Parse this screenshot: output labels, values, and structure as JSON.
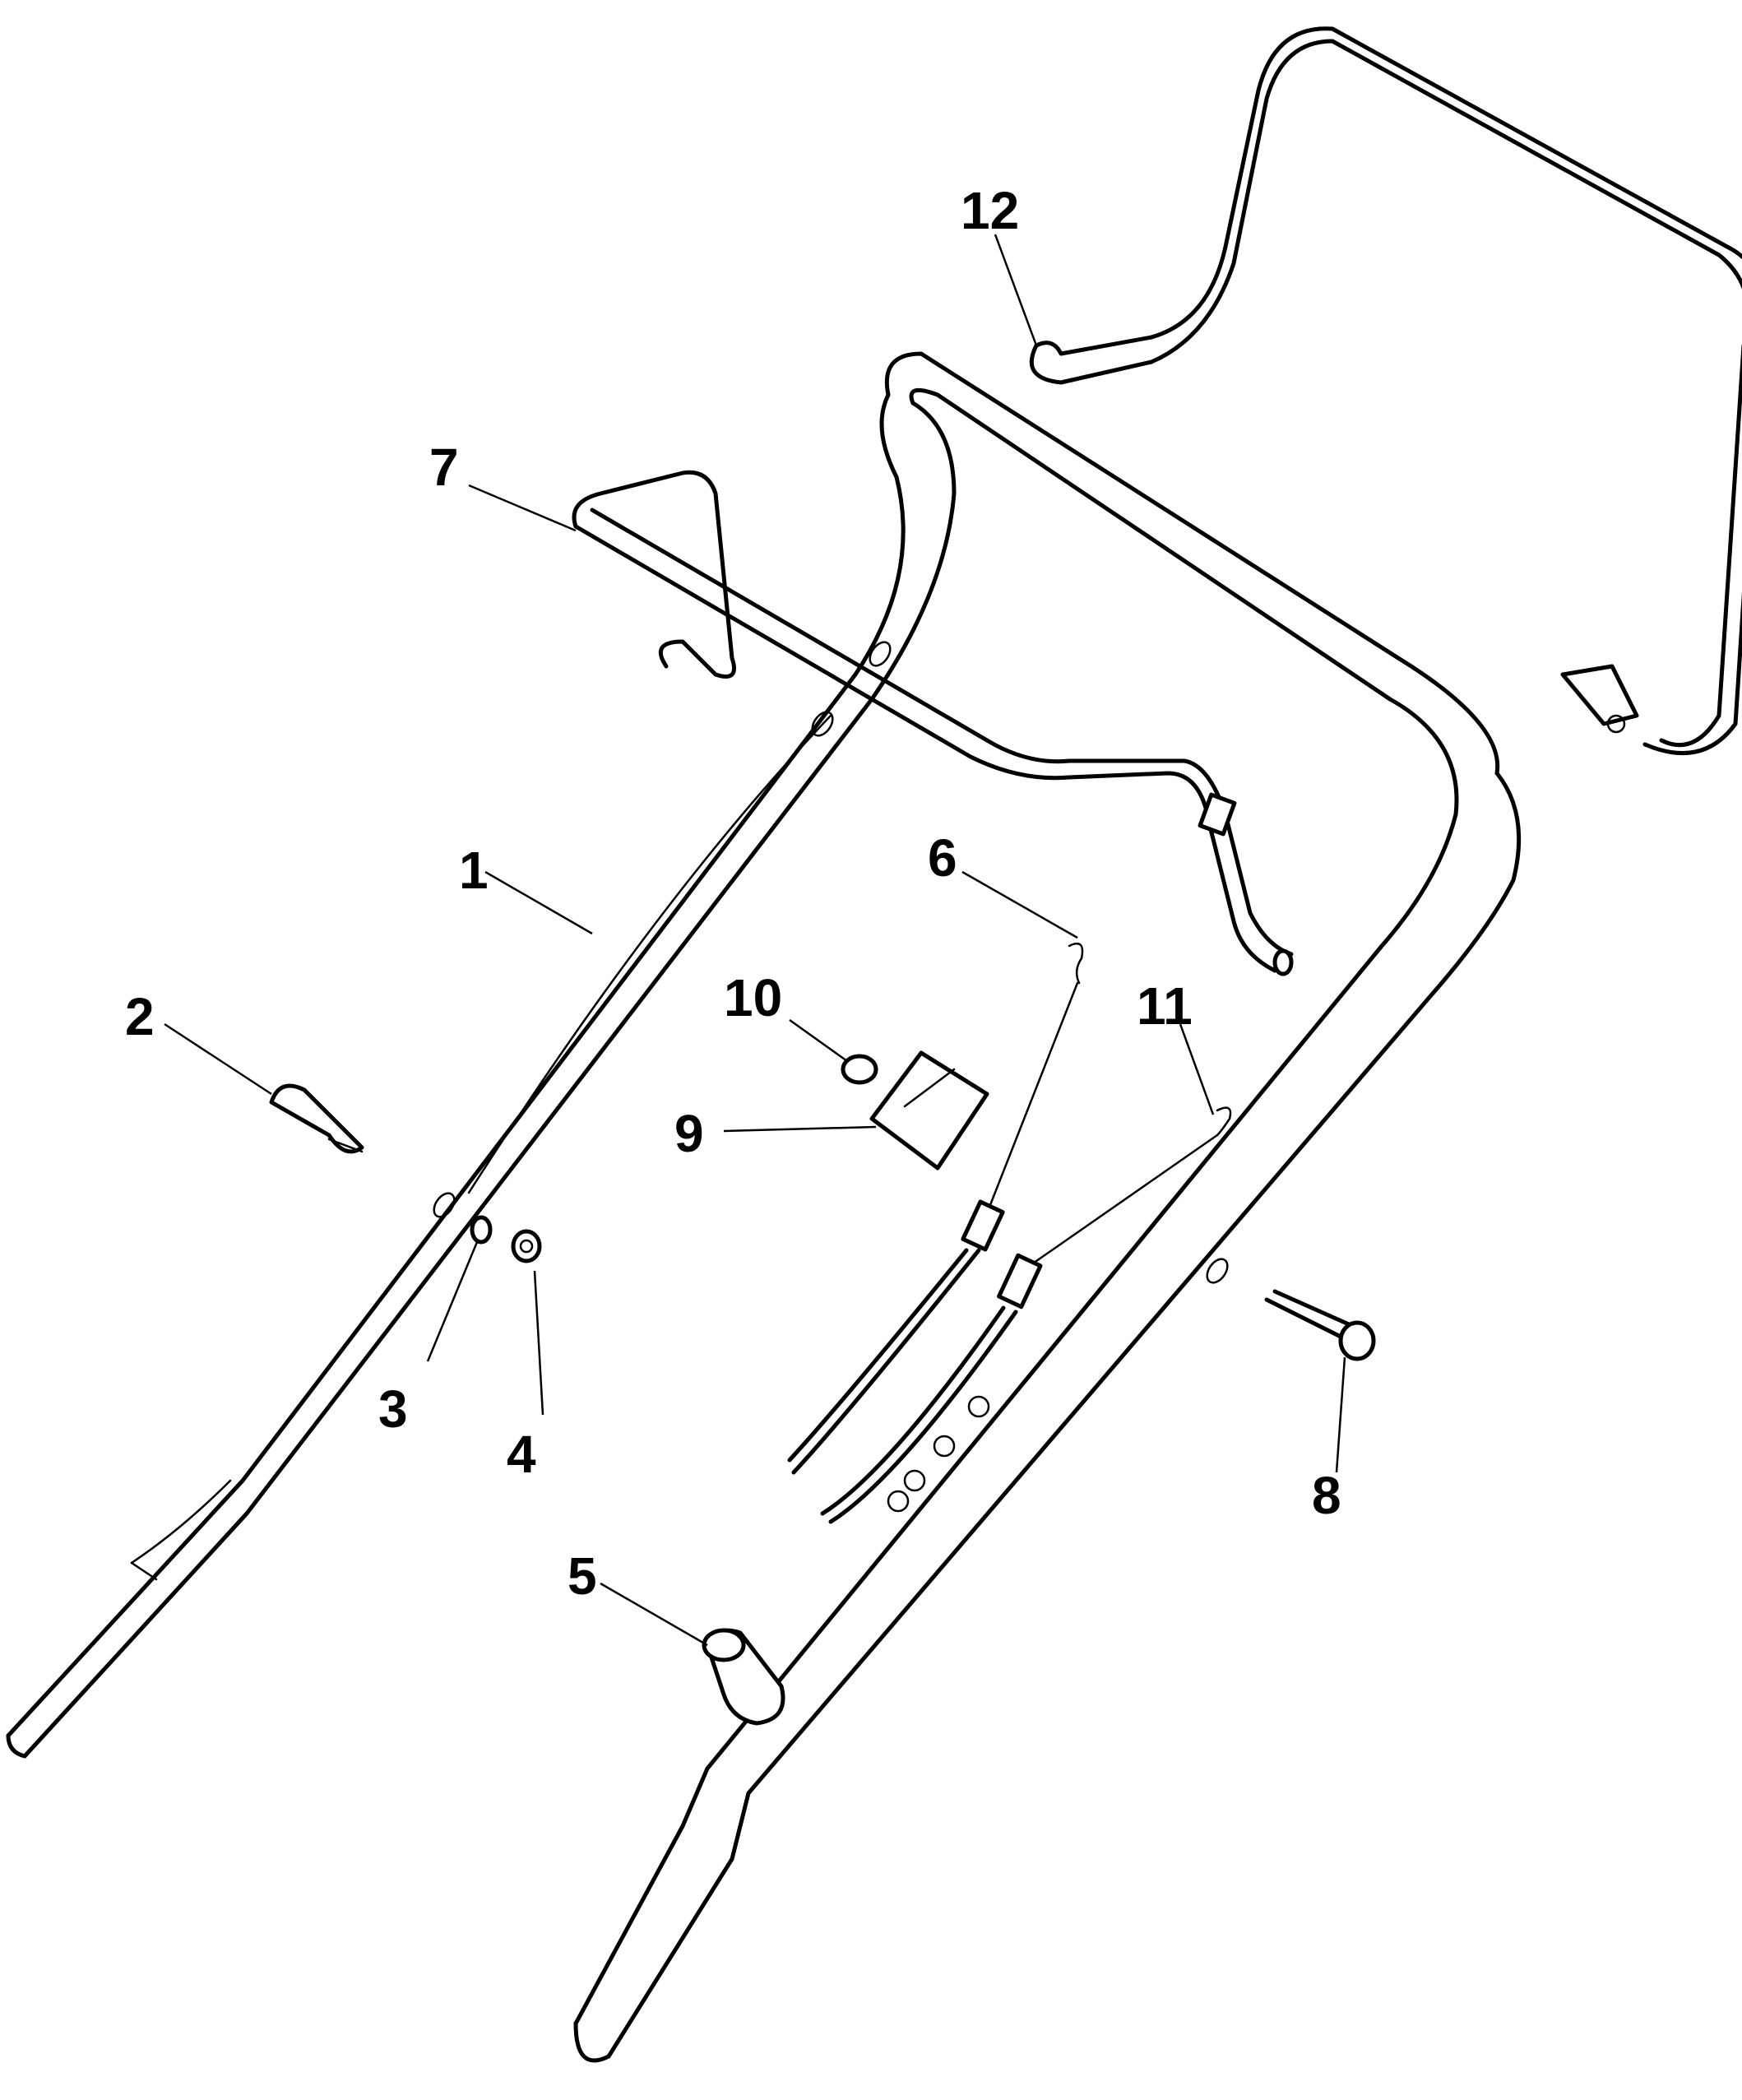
{
  "diagram": {
    "line_color": "#000000",
    "background": "#ffffff",
    "callouts": [
      {
        "id": "c1",
        "label": "1"
      },
      {
        "id": "c2",
        "label": "2"
      },
      {
        "id": "c3",
        "label": "3"
      },
      {
        "id": "c4",
        "label": "4"
      },
      {
        "id": "c5",
        "label": "5"
      },
      {
        "id": "c6",
        "label": "6"
      },
      {
        "id": "c7",
        "label": "7"
      },
      {
        "id": "c8",
        "label": "8"
      },
      {
        "id": "c9",
        "label": "9"
      },
      {
        "id": "c10",
        "label": "10"
      },
      {
        "id": "c11",
        "label": "11"
      },
      {
        "id": "c12",
        "label": "12"
      }
    ]
  }
}
